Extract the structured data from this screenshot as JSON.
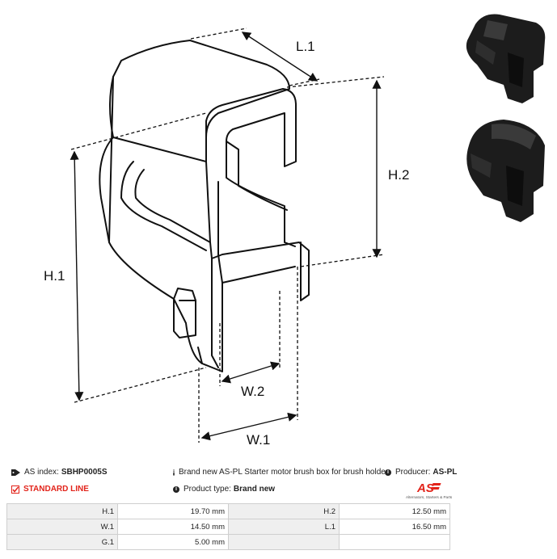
{
  "dimension_labels": {
    "l1": "L.1",
    "h2": "H.2",
    "h1": "H.1",
    "w2": "W.2",
    "w1": "W.1"
  },
  "info": {
    "as_index_label": "AS index:",
    "as_index_value": "SBHP0005S",
    "standard_line": "STANDARD LINE",
    "description": "Brand new AS-PL Starter motor brush box for brush holde",
    "producer_label": "Producer:",
    "producer_value": "AS-PL",
    "product_type_label": "Product type:",
    "product_type_value": "Brand new"
  },
  "logo": {
    "text": "AS",
    "tagline": "Alternators, Starters & Parts",
    "accent_color": "#e2231a"
  },
  "specs": [
    {
      "l1": "H.1",
      "v1": "19.70 mm",
      "l2": "H.2",
      "v2": "12.50 mm"
    },
    {
      "l1": "W.1",
      "v1": "14.50 mm",
      "l2": "L.1",
      "v2": "16.50 mm"
    },
    {
      "l1": "G.1",
      "v1": "5.00 mm",
      "l2": "",
      "v2": ""
    }
  ]
}
